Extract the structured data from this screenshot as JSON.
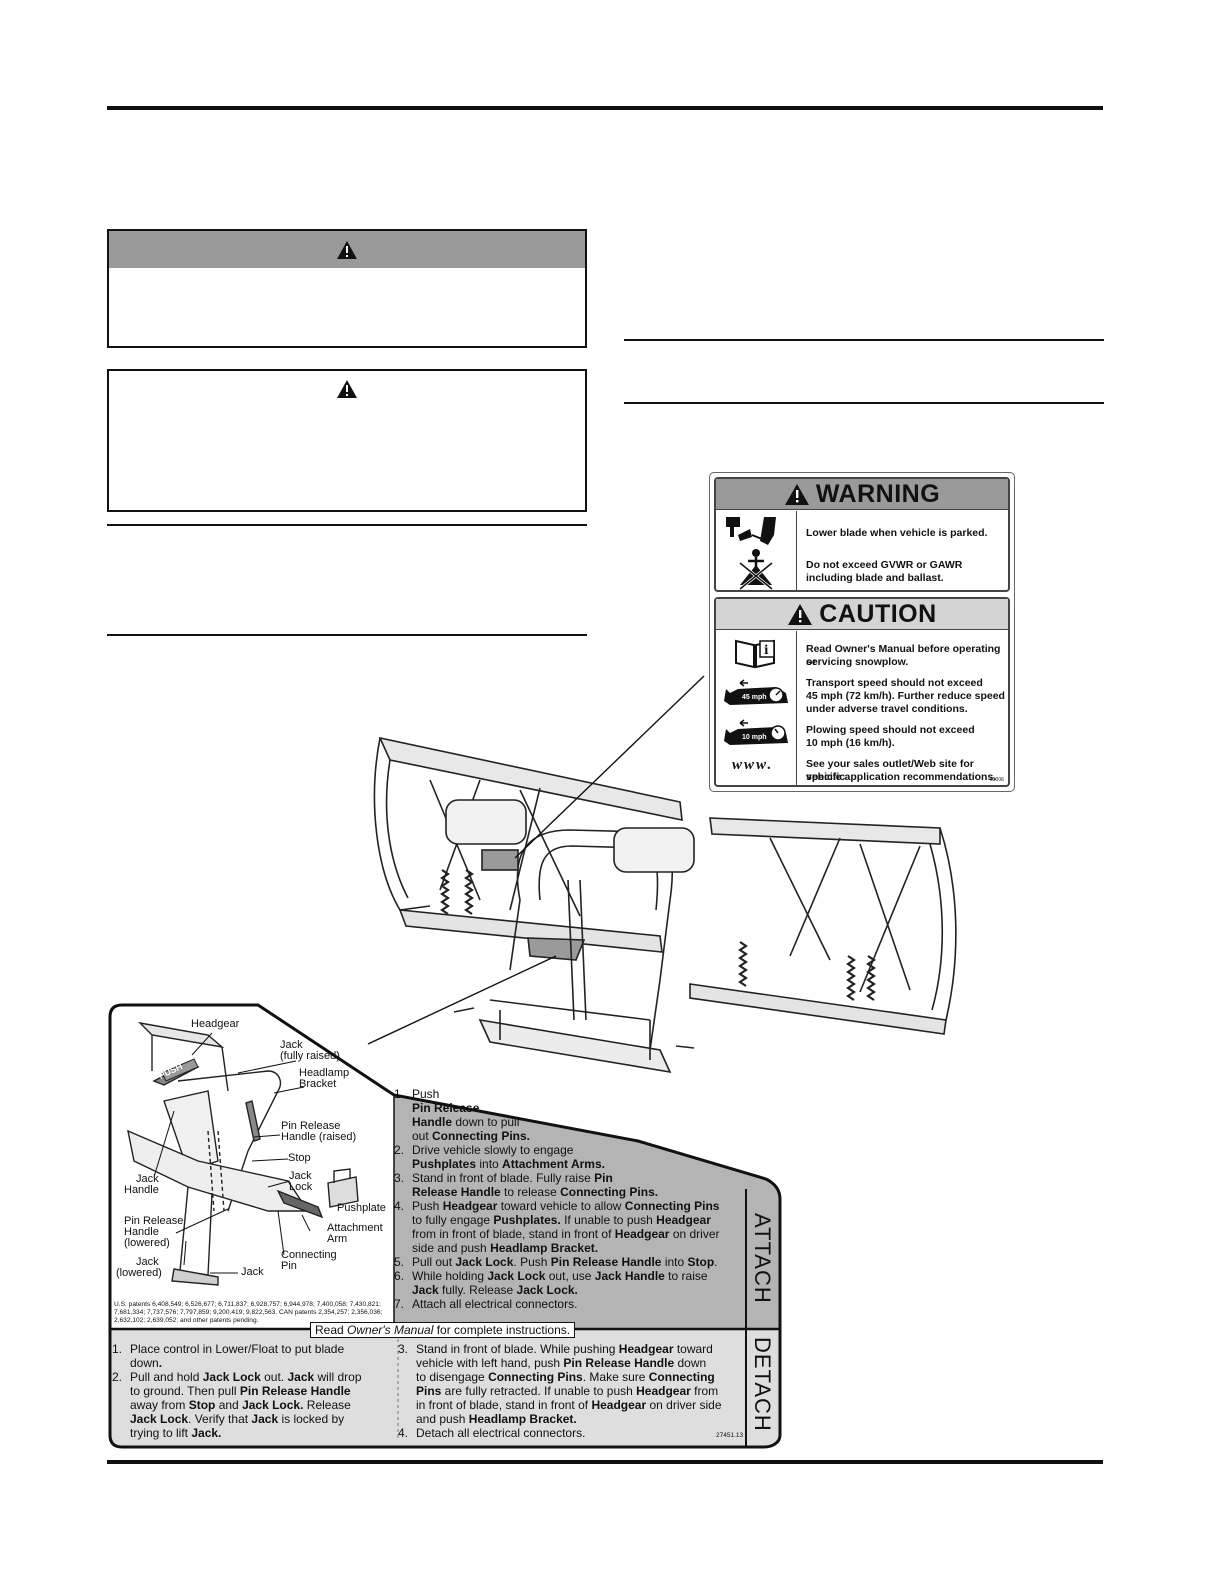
{
  "colors": {
    "warning_header": "#9a9a9a",
    "caution_header": "#d4d4d4",
    "decal_attach_bg": "#b4b4b4",
    "decal_detach_bg": "#dedede"
  },
  "warning_sign": {
    "title": "WARNING",
    "lines": [
      "Lower blade when vehicle is parked.",
      "Do not exceed GVWR or GAWR",
      "including blade and ballast."
    ]
  },
  "caution_sign": {
    "title": "CAUTION",
    "p1": [
      "Read Owner's Manual before operating or",
      "servicing snowplow."
    ],
    "p2": [
      "Transport speed should not exceed",
      "45 mph (72 km/h). Further reduce speed",
      "under adverse travel conditions."
    ],
    "p3": [
      "Plowing speed should not exceed",
      "10 mph (16 km/h)."
    ],
    "p4": [
      "See your sales outlet/Web site for specific",
      "vehicle application recommendations."
    ],
    "speed1": "45 mph",
    "speed2": "10 mph",
    "www": "www.",
    "code": "59006"
  },
  "decal": {
    "labels": {
      "headgear": "Headgear",
      "jack_raised_1": "Jack",
      "jack_raised_2": "(fully raised)",
      "headlamp_1": "Headlamp",
      "headlamp_2": "Bracket",
      "pin_raised_1": "Pin Release",
      "pin_raised_2": "Handle (raised)",
      "stop": "Stop",
      "jack_lock_1": "Jack",
      "jack_lock_2": "Lock",
      "jack_handle_1": "Jack",
      "jack_handle_2": "Handle",
      "pushplate": "Pushplate",
      "pin_lowered_1": "Pin Release",
      "pin_lowered_2": "Handle",
      "pin_lowered_3": "(lowered)",
      "attach_arm_1": "Attachment",
      "attach_arm_2": "Arm",
      "conn_pin_1": "Connecting",
      "conn_pin_2": "Pin",
      "jack_lowered_1": "Jack",
      "jack_lowered_2": "(lowered)",
      "jack": "Jack",
      "push": "PUSH"
    },
    "patents": [
      "U.S. patents 6,408,549; 6,526,677; 6,711,837; 6,928,757; 6,944,978; 7,400,058; 7,430,821;",
      "7,681,334; 7,737,576; 7,797,859; 9,200,419; 9,822,563. CAN patents 2,354,257; 2,356,036;",
      "2,632,102; 2,639,052; and other patents pending."
    ],
    "read_prefix": "Read ",
    "read_manual": "Owner's Manual",
    "read_suffix": " for complete instructions.",
    "attach_title": "ATTACH",
    "detach_title": "DETACH",
    "attach_steps": [
      {
        "n": "1.",
        "lines": [
          [
            "Push"
          ],
          [
            {
              "b": "Pin Release"
            }
          ],
          [
            {
              "b": "Handle"
            },
            " down to pull"
          ],
          [
            "out ",
            {
              "b": "Connecting Pins."
            }
          ]
        ]
      },
      {
        "n": "2.",
        "lines": [
          [
            "Drive vehicle slowly to engage"
          ],
          [
            {
              "b": "Pushplates"
            },
            " into ",
            {
              "b": "Attachment Arms."
            }
          ]
        ]
      },
      {
        "n": "3.",
        "lines": [
          [
            "Stand in front of blade. Fully raise ",
            {
              "b": "Pin"
            }
          ],
          [
            {
              "b": "Release Handle"
            },
            " to release ",
            {
              "b": "Connecting Pins."
            }
          ]
        ]
      },
      {
        "n": "4.",
        "lines": [
          [
            "Push ",
            {
              "b": "Headgear"
            },
            " toward vehicle to allow ",
            {
              "b": "Connecting Pins"
            }
          ],
          [
            "to fully engage ",
            {
              "b": "Pushplates."
            },
            " If unable to push ",
            {
              "b": "Headgear"
            }
          ],
          [
            "from in front of blade, stand in front of ",
            {
              "b": "Headgear"
            },
            " on driver"
          ],
          [
            "side and push ",
            {
              "b": "Headlamp Bracket."
            }
          ]
        ]
      },
      {
        "n": "5.",
        "lines": [
          [
            "Pull out ",
            {
              "b": "Jack Lock"
            },
            ". Push ",
            {
              "b": "Pin Release Handle"
            },
            " into ",
            {
              "b": "Stop"
            },
            "."
          ]
        ]
      },
      {
        "n": "6.",
        "lines": [
          [
            "While holding ",
            {
              "b": "Jack Lock"
            },
            " out, use ",
            {
              "b": "Jack Handle"
            },
            " to raise"
          ],
          [
            {
              "b": "Jack"
            },
            " fully. Release ",
            {
              "b": "Jack Lock."
            }
          ]
        ]
      },
      {
        "n": "7.",
        "lines": [
          [
            "Attach all electrical connectors."
          ]
        ]
      }
    ],
    "detach_left": [
      {
        "n": "1.",
        "lines": [
          [
            "Place control in Lower/Float to put blade"
          ],
          [
            "down",
            {
              "b": "."
            }
          ]
        ]
      },
      {
        "n": "2.",
        "lines": [
          [
            "Pull and hold ",
            {
              "b": "Jack Lock"
            },
            " out. ",
            {
              "b": "Jack"
            },
            " will drop"
          ],
          [
            "to ground. Then pull ",
            {
              "b": "Pin Release Handle"
            }
          ],
          [
            "away from ",
            {
              "b": "Stop"
            },
            " and ",
            {
              "b": "Jack Lock."
            },
            " Release"
          ],
          [
            {
              "b": "Jack Lock"
            },
            ". Verify that ",
            {
              "b": "Jack"
            },
            " is locked by"
          ],
          [
            "trying to lift ",
            {
              "b": "Jack."
            }
          ]
        ]
      }
    ],
    "detach_right": [
      {
        "n": "3.",
        "lines": [
          [
            "Stand in front of blade. While pushing ",
            {
              "b": "Headgear"
            },
            " toward"
          ],
          [
            "vehicle with left hand, push ",
            {
              "b": "Pin Release Handle"
            },
            " down"
          ],
          [
            "to disengage ",
            {
              "b": "Connecting Pins"
            },
            ". Make sure ",
            {
              "b": "Connecting"
            }
          ],
          [
            {
              "b": "Pins"
            },
            " are fully retracted. If unable to push ",
            {
              "b": "Headgear"
            },
            " from"
          ],
          [
            "in front of blade, stand in front of ",
            {
              "b": "Headgear"
            },
            " on driver side"
          ],
          [
            "and push ",
            {
              "b": "Headlamp Bracket."
            }
          ]
        ]
      },
      {
        "n": "4.",
        "lines": [
          [
            "Detach all electrical connectors."
          ]
        ]
      }
    ],
    "part_no": "27451.13"
  }
}
